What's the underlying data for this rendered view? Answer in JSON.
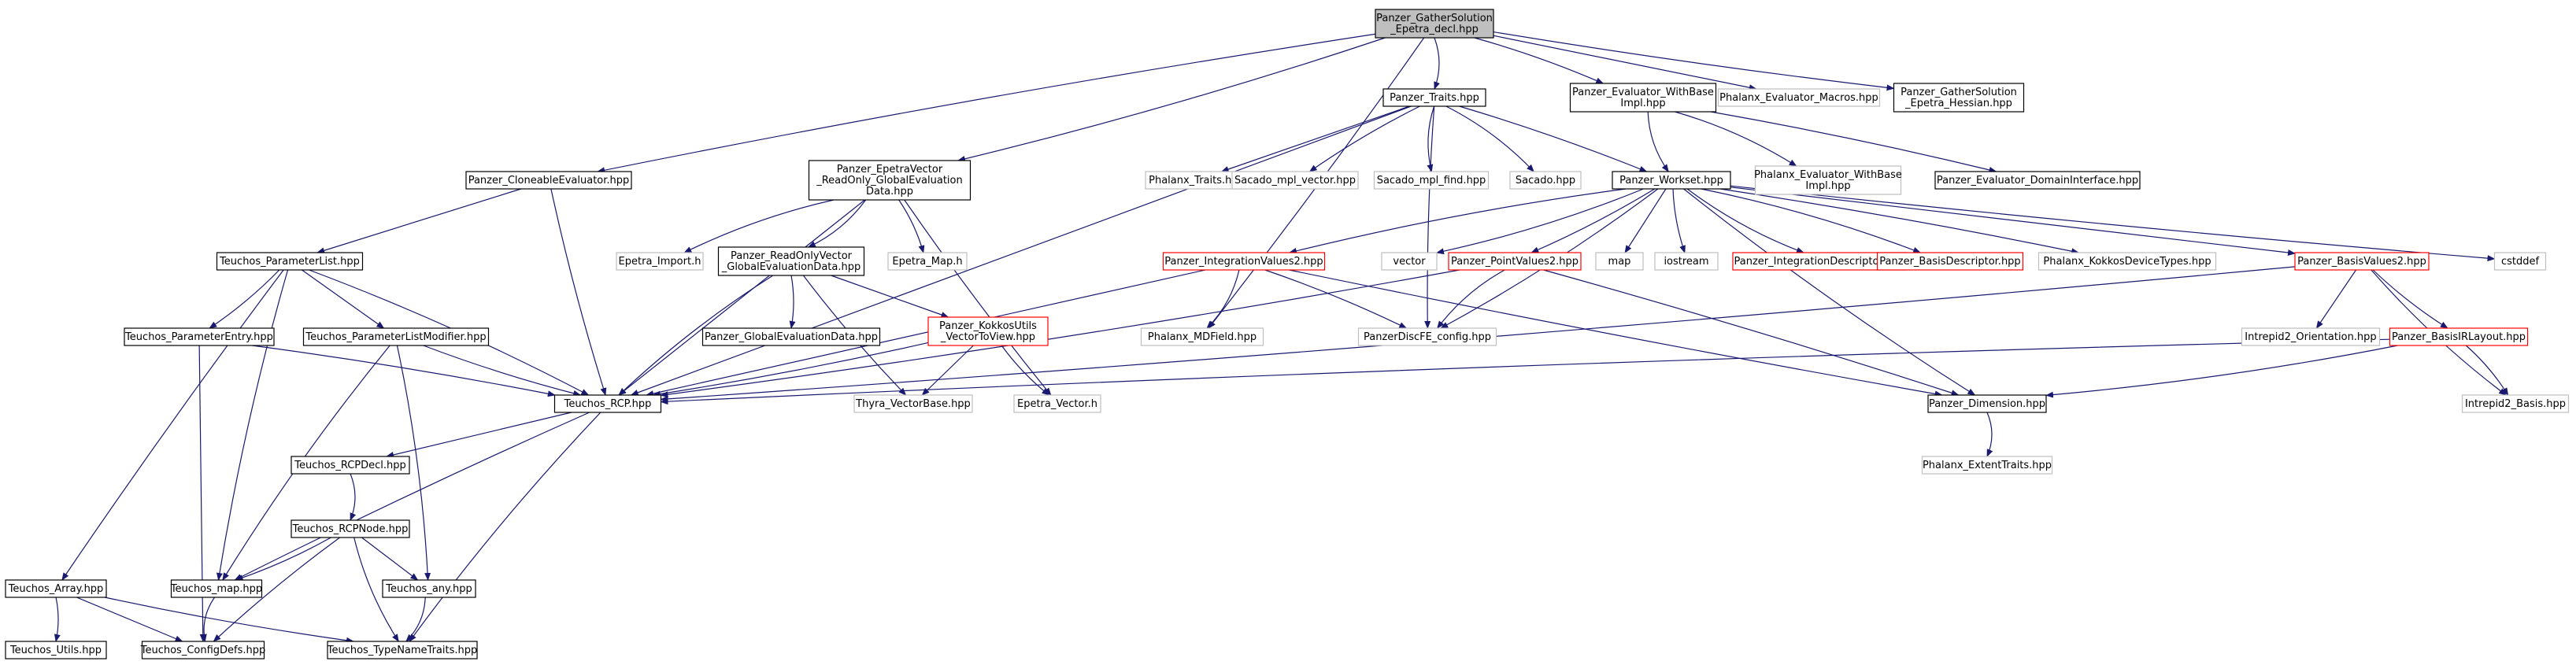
{
  "graph": {
    "colors": {
      "edge": "#191970",
      "border_normal": "#000000",
      "border_missing": "#bfbfbf",
      "border_undocumented": "#ff0000",
      "root_fill": "#bfbfbf",
      "fill": "#ffffff",
      "text": "#000000"
    },
    "nodes": [
      {
        "id": "root",
        "lines": [
          "Panzer_GatherSolution",
          "_Epetra_decl.hpp"
        ],
        "kind": "root"
      },
      {
        "id": "traits",
        "lines": [
          "Panzer_Traits.hpp"
        ],
        "kind": "normal"
      },
      {
        "id": "evalwb",
        "lines": [
          "Panzer_Evaluator_WithBase",
          "Impl.hpp"
        ],
        "kind": "normal"
      },
      {
        "id": "phxmacros",
        "lines": [
          "Phalanx_Evaluator_Macros.hpp"
        ],
        "kind": "missing"
      },
      {
        "id": "hessian",
        "lines": [
          "Panzer_GatherSolution",
          "_Epetra_Hessian.hpp"
        ],
        "kind": "normal"
      },
      {
        "id": "cloneable",
        "lines": [
          "Panzer_CloneableEvaluator.hpp"
        ],
        "kind": "normal"
      },
      {
        "id": "epetravec",
        "lines": [
          "Panzer_EpetraVector",
          "_ReadOnly_GlobalEvaluation",
          "Data.hpp"
        ],
        "kind": "normal"
      },
      {
        "id": "phxtraits",
        "lines": [
          "Phalanx_Traits.hpp"
        ],
        "kind": "missing"
      },
      {
        "id": "mplvector",
        "lines": [
          "Sacado_mpl_vector.hpp"
        ],
        "kind": "missing"
      },
      {
        "id": "mplfind",
        "lines": [
          "Sacado_mpl_find.hpp"
        ],
        "kind": "missing"
      },
      {
        "id": "sacado",
        "lines": [
          "Sacado.hpp"
        ],
        "kind": "missing"
      },
      {
        "id": "workset",
        "lines": [
          "Panzer_Workset.hpp"
        ],
        "kind": "normal"
      },
      {
        "id": "phxevalwb",
        "lines": [
          "Phalanx_Evaluator_WithBase",
          "Impl.hpp"
        ],
        "kind": "missing"
      },
      {
        "id": "domainif",
        "lines": [
          "Panzer_Evaluator_DomainInterface.hpp"
        ],
        "kind": "normal"
      },
      {
        "id": "plist",
        "lines": [
          "Teuchos_ParameterList.hpp"
        ],
        "kind": "normal"
      },
      {
        "id": "epimport",
        "lines": [
          "Epetra_Import.h"
        ],
        "kind": "missing"
      },
      {
        "id": "rovec",
        "lines": [
          "Panzer_ReadOnlyVector",
          "_GlobalEvaluationData.hpp"
        ],
        "kind": "normal"
      },
      {
        "id": "epmap",
        "lines": [
          "Epetra_Map.h"
        ],
        "kind": "missing"
      },
      {
        "id": "intvals",
        "lines": [
          "Panzer_IntegrationValues2.hpp"
        ],
        "kind": "undoc"
      },
      {
        "id": "vector",
        "lines": [
          "vector"
        ],
        "kind": "missing"
      },
      {
        "id": "ptvals",
        "lines": [
          "Panzer_PointValues2.hpp"
        ],
        "kind": "undoc"
      },
      {
        "id": "map",
        "lines": [
          "map"
        ],
        "kind": "missing"
      },
      {
        "id": "iostream",
        "lines": [
          "iostream"
        ],
        "kind": "missing"
      },
      {
        "id": "intdesc",
        "lines": [
          "Panzer_IntegrationDescriptor.hpp"
        ],
        "kind": "undoc"
      },
      {
        "id": "basisdesc",
        "lines": [
          "Panzer_BasisDescriptor.hpp"
        ],
        "kind": "undoc"
      },
      {
        "id": "kokkosdev",
        "lines": [
          "Phalanx_KokkosDeviceTypes.hpp"
        ],
        "kind": "missing"
      },
      {
        "id": "basisvals",
        "lines": [
          "Panzer_BasisValues2.hpp"
        ],
        "kind": "undoc"
      },
      {
        "id": "cstddef",
        "lines": [
          "cstddef"
        ],
        "kind": "missing"
      },
      {
        "id": "pentry",
        "lines": [
          "Teuchos_ParameterEntry.hpp"
        ],
        "kind": "normal"
      },
      {
        "id": "plistmod",
        "lines": [
          "Teuchos_ParameterListModifier.hpp"
        ],
        "kind": "normal"
      },
      {
        "id": "globaleval",
        "lines": [
          "Panzer_GlobalEvaluationData.hpp"
        ],
        "kind": "normal"
      },
      {
        "id": "kokkosutils",
        "lines": [
          "Panzer_KokkosUtils",
          "_VectorToView.hpp"
        ],
        "kind": "undoc"
      },
      {
        "id": "mdfield",
        "lines": [
          "Phalanx_MDField.hpp"
        ],
        "kind": "missing"
      },
      {
        "id": "discfe",
        "lines": [
          "PanzerDiscFE_config.hpp"
        ],
        "kind": "missing"
      },
      {
        "id": "intrepidorient",
        "lines": [
          "Intrepid2_Orientation.hpp"
        ],
        "kind": "missing"
      },
      {
        "id": "basisir",
        "lines": [
          "Panzer_BasisIRLayout.hpp"
        ],
        "kind": "undoc"
      },
      {
        "id": "rcp",
        "lines": [
          "Teuchos_RCP.hpp"
        ],
        "kind": "normal"
      },
      {
        "id": "thyravb",
        "lines": [
          "Thyra_VectorBase.hpp"
        ],
        "kind": "missing"
      },
      {
        "id": "epvector",
        "lines": [
          "Epetra_Vector.h"
        ],
        "kind": "missing"
      },
      {
        "id": "dimension",
        "lines": [
          "Panzer_Dimension.hpp"
        ],
        "kind": "normal"
      },
      {
        "id": "intrepidbasis",
        "lines": [
          "Intrepid2_Basis.hpp"
        ],
        "kind": "missing"
      },
      {
        "id": "rcpdecl",
        "lines": [
          "Teuchos_RCPDecl.hpp"
        ],
        "kind": "normal"
      },
      {
        "id": "exttraits",
        "lines": [
          "Phalanx_ExtentTraits.hpp"
        ],
        "kind": "missing"
      },
      {
        "id": "rcpnode",
        "lines": [
          "Teuchos_RCPNode.hpp"
        ],
        "kind": "normal"
      },
      {
        "id": "tarray",
        "lines": [
          "Teuchos_Array.hpp"
        ],
        "kind": "normal"
      },
      {
        "id": "tmap",
        "lines": [
          "Teuchos_map.hpp"
        ],
        "kind": "normal"
      },
      {
        "id": "tany",
        "lines": [
          "Teuchos_any.hpp"
        ],
        "kind": "normal"
      },
      {
        "id": "tutils",
        "lines": [
          "Teuchos_Utils.hpp"
        ],
        "kind": "normal"
      },
      {
        "id": "configdefs",
        "lines": [
          "Teuchos_ConfigDefs.hpp"
        ],
        "kind": "normal"
      },
      {
        "id": "typenametraits",
        "lines": [
          "Teuchos_TypeNameTraits.hpp"
        ],
        "kind": "normal"
      }
    ],
    "edges": [
      [
        "root",
        "traits"
      ],
      [
        "root",
        "evalwb"
      ],
      [
        "root",
        "phxmacros"
      ],
      [
        "root",
        "hessian"
      ],
      [
        "root",
        "cloneable"
      ],
      [
        "root",
        "epetravec"
      ],
      [
        "root",
        "mdfield"
      ],
      [
        "traits",
        "phxtraits"
      ],
      [
        "traits",
        "mplvector"
      ],
      [
        "traits",
        "mplfind"
      ],
      [
        "traits",
        "sacado"
      ],
      [
        "traits",
        "workset"
      ],
      [
        "traits",
        "rcp"
      ],
      [
        "traits",
        "discfe"
      ],
      [
        "evalwb",
        "workset"
      ],
      [
        "evalwb",
        "phxevalwb"
      ],
      [
        "evalwb",
        "domainif"
      ],
      [
        "cloneable",
        "plist"
      ],
      [
        "cloneable",
        "rcp"
      ],
      [
        "epetravec",
        "epimport"
      ],
      [
        "epetravec",
        "rovec"
      ],
      [
        "epetravec",
        "epmap"
      ],
      [
        "epetravec",
        "rcp"
      ],
      [
        "epetravec",
        "epvector"
      ],
      [
        "workset",
        "intvals"
      ],
      [
        "workset",
        "vector"
      ],
      [
        "workset",
        "ptvals"
      ],
      [
        "workset",
        "map"
      ],
      [
        "workset",
        "iostream"
      ],
      [
        "workset",
        "intdesc"
      ],
      [
        "workset",
        "basisdesc"
      ],
      [
        "workset",
        "kokkosdev"
      ],
      [
        "workset",
        "basisvals"
      ],
      [
        "workset",
        "cstddef"
      ],
      [
        "workset",
        "dimension"
      ],
      [
        "workset",
        "discfe"
      ],
      [
        "plist",
        "pentry"
      ],
      [
        "plist",
        "plistmod"
      ],
      [
        "plist",
        "tarray"
      ],
      [
        "plist",
        "tmap"
      ],
      [
        "plist",
        "rcp"
      ],
      [
        "rovec",
        "globaleval"
      ],
      [
        "rovec",
        "kokkosutils"
      ],
      [
        "rovec",
        "thyravb"
      ],
      [
        "rovec",
        "rcp"
      ],
      [
        "intvals",
        "mdfield"
      ],
      [
        "intvals",
        "discfe"
      ],
      [
        "intvals",
        "rcp"
      ],
      [
        "intvals",
        "dimension"
      ],
      [
        "ptvals",
        "discfe"
      ],
      [
        "ptvals",
        "rcp"
      ],
      [
        "ptvals",
        "dimension"
      ],
      [
        "basisvals",
        "intrepidorient"
      ],
      [
        "basisvals",
        "basisir"
      ],
      [
        "basisvals",
        "intrepidbasis"
      ],
      [
        "basisvals",
        "rcp"
      ],
      [
        "pentry",
        "rcp"
      ],
      [
        "pentry",
        "configdefs"
      ],
      [
        "plistmod",
        "rcp"
      ],
      [
        "plistmod",
        "tmap"
      ],
      [
        "plistmod",
        "tany"
      ],
      [
        "kokkosutils",
        "rcp"
      ],
      [
        "kokkosutils",
        "thyravb"
      ],
      [
        "kokkosutils",
        "epvector"
      ],
      [
        "basisir",
        "rcp"
      ],
      [
        "basisir",
        "dimension"
      ],
      [
        "basisir",
        "intrepidbasis"
      ],
      [
        "rcp",
        "rcpdecl"
      ],
      [
        "rcp",
        "tmap"
      ],
      [
        "rcp",
        "typenametraits"
      ],
      [
        "rcpdecl",
        "rcpnode"
      ],
      [
        "rcpnode",
        "tmap"
      ],
      [
        "rcpnode",
        "tany"
      ],
      [
        "rcpnode",
        "configdefs"
      ],
      [
        "rcpnode",
        "typenametraits"
      ],
      [
        "dimension",
        "exttraits"
      ],
      [
        "tarray",
        "tutils"
      ],
      [
        "tarray",
        "configdefs"
      ],
      [
        "tarray",
        "typenametraits"
      ],
      [
        "tmap",
        "configdefs"
      ],
      [
        "tany",
        "typenametraits"
      ]
    ]
  }
}
